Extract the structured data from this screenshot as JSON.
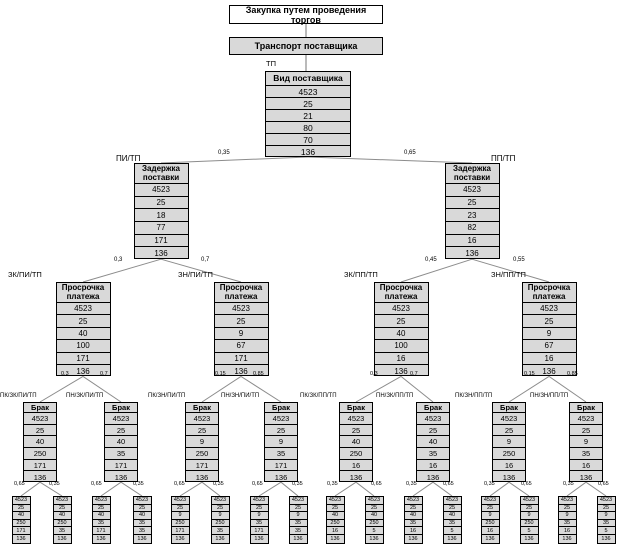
{
  "top_boxes": [
    "Закупка путем проведения торгов",
    "Транспорт поставщика"
  ],
  "nodes": {
    "L0": {
      "title": "Вид поставщика",
      "values": [
        "4523",
        "25",
        "21",
        "80",
        "70",
        "136"
      ]
    },
    "A": {
      "title": "Задержка поставки",
      "values": [
        "4523",
        "25",
        "18",
        "77",
        "171",
        "136"
      ]
    },
    "B": {
      "title": "Задержка поставки",
      "values": [
        "4523",
        "25",
        "23",
        "82",
        "16",
        "136"
      ]
    },
    "A1": {
      "title": "Просрочка платежа",
      "values": [
        "4523",
        "25",
        "40",
        "100",
        "171",
        "136"
      ]
    },
    "A2": {
      "title": "Просрочка платежа",
      "values": [
        "4523",
        "25",
        "9",
        "67",
        "171",
        "136"
      ]
    },
    "B1": {
      "title": "Просрочка платежа",
      "values": [
        "4523",
        "25",
        "40",
        "100",
        "16",
        "136"
      ]
    },
    "B2": {
      "title": "Просрочка платежа",
      "values": [
        "4523",
        "25",
        "9",
        "67",
        "16",
        "136"
      ]
    },
    "A1a": {
      "title": "Брак",
      "values": [
        "4523",
        "25",
        "40",
        "250",
        "171",
        "136"
      ]
    },
    "A1b": {
      "title": "Брак",
      "values": [
        "4523",
        "25",
        "40",
        "35",
        "171",
        "136"
      ]
    },
    "A2a": {
      "title": "Брак",
      "values": [
        "4523",
        "25",
        "9",
        "250",
        "171",
        "136"
      ]
    },
    "A2b": {
      "title": "Брак",
      "values": [
        "4523",
        "25",
        "9",
        "35",
        "171",
        "136"
      ]
    },
    "B1a": {
      "title": "Брак",
      "values": [
        "4523",
        "25",
        "40",
        "250",
        "16",
        "136"
      ]
    },
    "B1b": {
      "title": "Брак",
      "values": [
        "4523",
        "25",
        "40",
        "35",
        "16",
        "136"
      ]
    },
    "B2a": {
      "title": "Брак",
      "values": [
        "4523",
        "25",
        "9",
        "250",
        "16",
        "136"
      ]
    },
    "B2b": {
      "title": "Брак",
      "values": [
        "4523",
        "25",
        "9",
        "35",
        "16",
        "136"
      ]
    }
  },
  "leaves": [
    {
      "values": [
        "4523",
        "25",
        "40",
        "250",
        "171",
        "136"
      ]
    },
    {
      "values": [
        "4523",
        "25",
        "40",
        "250",
        "35",
        "136"
      ]
    },
    {
      "values": [
        "4523",
        "25",
        "40",
        "35",
        "171",
        "136"
      ]
    },
    {
      "values": [
        "4523",
        "25",
        "40",
        "35",
        "35",
        "136"
      ]
    },
    {
      "values": [
        "4523",
        "25",
        "9",
        "250",
        "171",
        "136"
      ]
    },
    {
      "values": [
        "4523",
        "25",
        "9",
        "250",
        "35",
        "136"
      ]
    },
    {
      "values": [
        "4523",
        "25",
        "9",
        "35",
        "171",
        "136"
      ]
    },
    {
      "values": [
        "4523",
        "25",
        "9",
        "35",
        "35",
        "136"
      ]
    },
    {
      "values": [
        "4523",
        "25",
        "40",
        "250",
        "16",
        "136"
      ]
    },
    {
      "values": [
        "4523",
        "25",
        "40",
        "250",
        "5",
        "136"
      ]
    },
    {
      "values": [
        "4523",
        "25",
        "40",
        "35",
        "16",
        "136"
      ]
    },
    {
      "values": [
        "4523",
        "25",
        "40",
        "35",
        "5",
        "136"
      ]
    },
    {
      "values": [
        "4523",
        "25",
        "9",
        "250",
        "16",
        "136"
      ]
    },
    {
      "values": [
        "4523",
        "25",
        "9",
        "250",
        "5",
        "136"
      ]
    },
    {
      "values": [
        "4523",
        "25",
        "9",
        "35",
        "16",
        "136"
      ]
    },
    {
      "values": [
        "4523",
        "25",
        "9",
        "35",
        "5",
        "136"
      ]
    }
  ],
  "branch_labels": [
    "ТП",
    "ПИ/ТП",
    "ПП/ТП",
    "ЗК/ПИ/ТП",
    "ЗН/ПИ/ТП",
    "ЗК/ПП/ТП",
    "ЗН/ПП/ТП",
    "ПК/ЗК/ПИ/ТП",
    "ПН/ЗК/ПИ/ТП",
    "ПК/ЗН/ПИ/ТП",
    "ПН/ЗН/ПИ/ТП",
    "ПК/ЗК/ПП/ТП",
    "ПН/ЗК/ПП/ТП",
    "ПК/ЗН/ПП/ТП",
    "ПН/ЗН/ПП/ТП"
  ],
  "probabilities": [
    "0,35",
    "0,65",
    "0,3",
    "0,7",
    "0,45",
    "0,55",
    "0,3",
    "0,7",
    "0,15",
    "0,85",
    "0,3",
    "0,7",
    "0,15",
    "0,85",
    "0,65",
    "0,35",
    "0,65",
    "0,35",
    "0,65",
    "0,35",
    "0,65",
    "0,35",
    "0,35",
    "0,65",
    "0,35",
    "0,65",
    "0,35",
    "0,65",
    "0,35",
    "0,65"
  ]
}
